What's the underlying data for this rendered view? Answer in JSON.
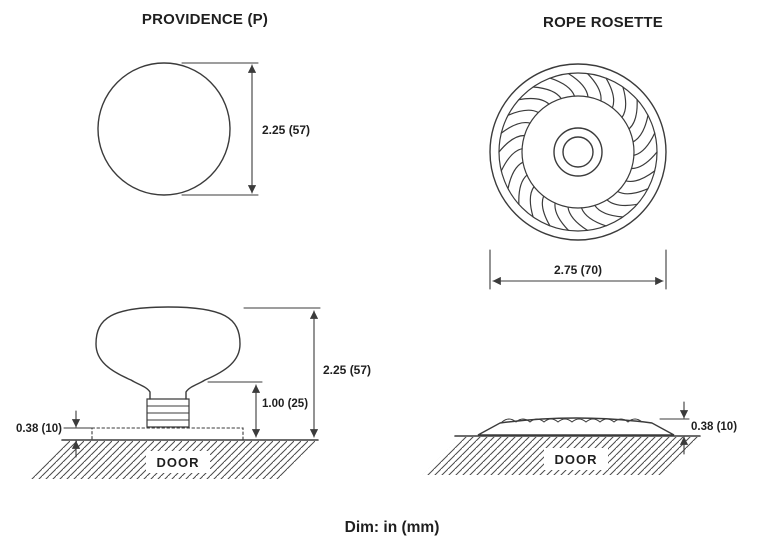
{
  "titles": {
    "left": "PROVIDENCE (P)",
    "right": "ROPE ROSETTE"
  },
  "providence": {
    "front_diameter": "2.25 (57)",
    "overall_height": "2.25 (57)",
    "knob_height": "1.00 (25)",
    "base_height": "0.38 (10)",
    "door": "DOOR"
  },
  "rosette": {
    "diameter": "2.75 (70)",
    "height": "0.38 (10)",
    "door": "DOOR"
  },
  "footer": "Dim: in (mm)",
  "colors": {
    "line": "#3b3b3b",
    "text": "#1f1f1f",
    "background": "#ffffff"
  }
}
